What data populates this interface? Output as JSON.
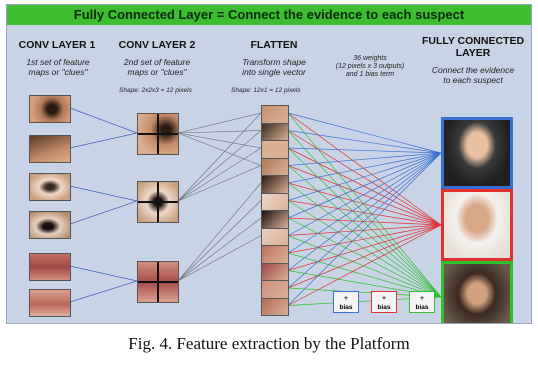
{
  "banner": "Fully Connected Layer = Connect the evidence to each suspect",
  "columns": {
    "conv1": {
      "title": "CONV LAYER 1",
      "desc1": "1st set of feature",
      "desc2": "maps or \"clues\""
    },
    "conv2": {
      "title": "CONV LAYER 2",
      "desc1": "2nd set of feature",
      "desc2": "maps or \"clues\"",
      "shape": "Shape: 2x2x3 = 12 pixels"
    },
    "flatten": {
      "title": "FLATTEN",
      "desc1": "Transform shape",
      "desc2": "into single vector",
      "shape": "Shape: 12x1 = 12 pixels"
    },
    "weights": {
      "line1": "36 weights",
      "line2": "(12 pixels x 3 outputs)",
      "line3": "and 1 bias term"
    },
    "fc": {
      "title1": "FULLY CONNECTED",
      "title2": "LAYER",
      "desc1": "Connect the evidence",
      "desc2": "to each suspect"
    }
  },
  "bias_boxes": [
    {
      "sign": "+",
      "label": "bias",
      "color": "#3a6fd0"
    },
    {
      "sign": "+",
      "label": "bias",
      "color": "#e03030"
    },
    {
      "sign": "+",
      "label": "bias",
      "color": "#2fc02f"
    }
  ],
  "colors": {
    "blue": "#3a6fd0",
    "red": "#e03030",
    "green": "#2fc02f"
  },
  "caption": "Fig. 4. Feature extraction by the Platform"
}
